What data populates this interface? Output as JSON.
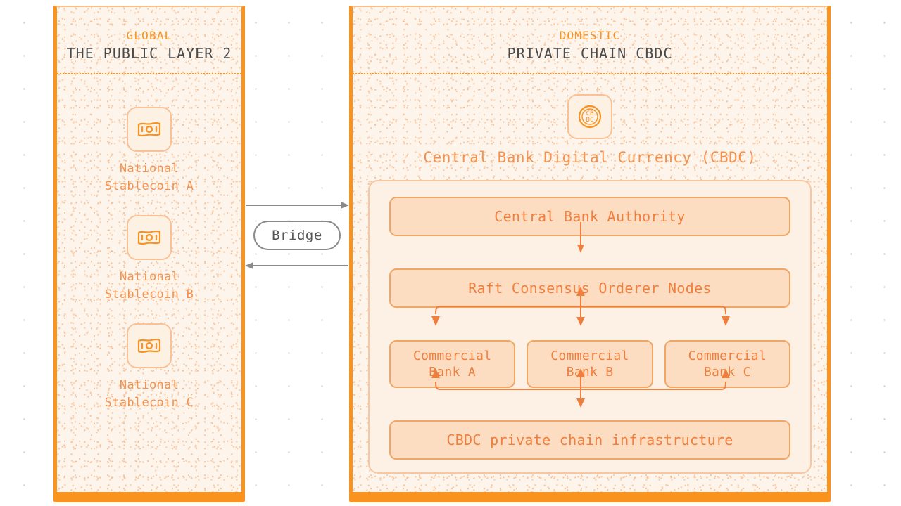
{
  "global_panel": {
    "kicker": "GLOBAL",
    "title": "THE PUBLIC LAYER 2",
    "stablecoins": [
      {
        "icon": "banknote-icon",
        "line1": "National",
        "line2": "Stablecoin A"
      },
      {
        "icon": "banknote-icon",
        "line1": "National",
        "line2": "Stablecoin B"
      },
      {
        "icon": "banknote-icon",
        "line1": "National",
        "line2": "Stablecoin C"
      }
    ]
  },
  "bridge": {
    "label": "Bridge",
    "top_arrow_direction": "right",
    "bottom_arrow_direction": "left",
    "stroke_color": "#8a8a8a"
  },
  "domestic_panel": {
    "kicker": "DOMESTIC",
    "title": "PRIVATE CHAIN CBDC",
    "cbdc": {
      "icon": "cbdc-coin-icon",
      "icon_text_top": "CB",
      "icon_text_bottom": "DC",
      "label": "Central Bank Digital Currency (CBDC)"
    },
    "flow": {
      "authority": "Central Bank Authority",
      "orderer": "Raft Consensus Orderer Nodes",
      "banks": [
        "Commercial\nBank A",
        "Commercial\nBank B",
        "Commercial\nBank C"
      ],
      "bank_a_line1": "Commercial",
      "bank_a_line2": "Bank A",
      "bank_b_line1": "Commercial",
      "bank_b_line2": "Bank B",
      "bank_c_line1": "Commercial",
      "bank_c_line2": "Bank C",
      "infrastructure": "CBDC private chain infrastructure"
    }
  },
  "colors": {
    "accent_orange": "#f7931e",
    "text_orange": "#ef7f3e",
    "title_gray": "#4a4a4a",
    "panel_cream": "#fdf4ec",
    "node_peach": "#fcddc1",
    "bridge_gray": "#8a8a8a"
  }
}
